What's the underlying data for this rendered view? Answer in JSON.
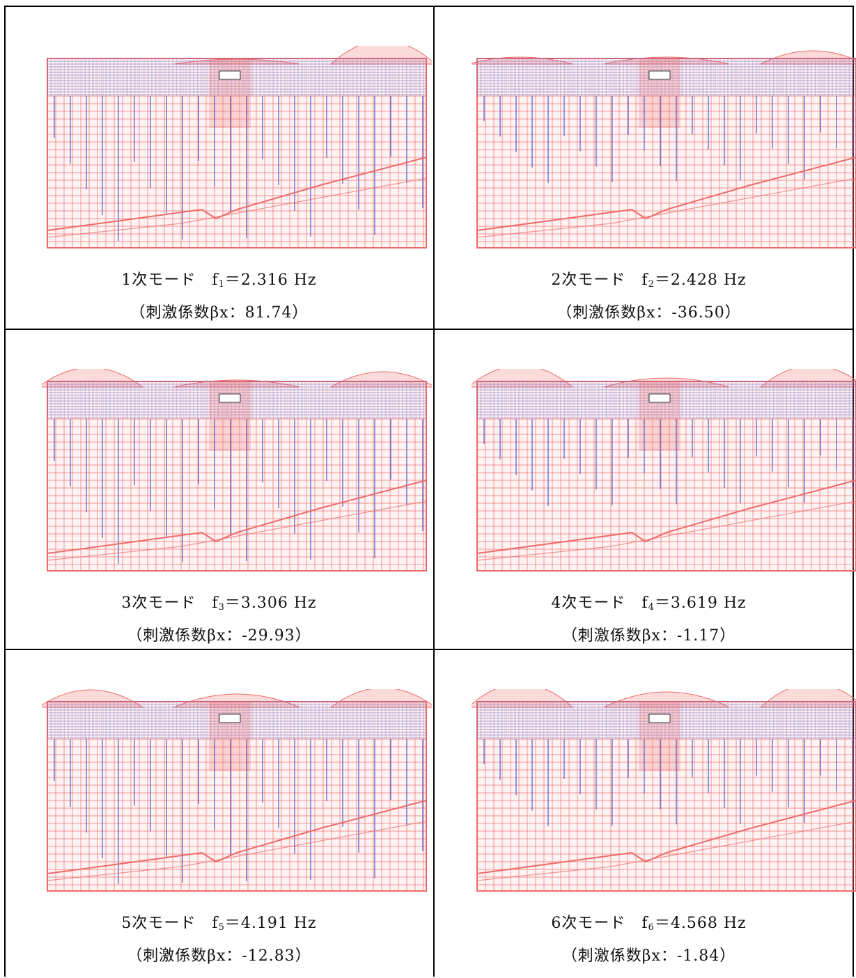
{
  "modes": [
    {
      "order_label": "1次モード",
      "f_symbol": "f",
      "f_sub": "1",
      "freq_text": "＝2.316 Hz",
      "beta_text": "（刺激係数βx：81.74）",
      "profile": {
        "left_bulge": 0,
        "right_bulge": 1.0,
        "center_bulge": 0.1,
        "bars": "mid"
      }
    },
    {
      "order_label": "2次モード",
      "f_symbol": "f",
      "f_sub": "2",
      "freq_text": "＝2.428 Hz",
      "beta_text": "（刺激係数βx：-36.50）",
      "profile": {
        "left_bulge": 0.2,
        "right_bulge": 0.5,
        "center_bulge": 0.2,
        "bars": "short"
      }
    },
    {
      "order_label": "3次モード",
      "f_symbol": "f",
      "f_sub": "3",
      "freq_text": "＝3.306 Hz",
      "beta_text": "（刺激係数βx：-29.93）",
      "profile": {
        "left_bulge": 0.8,
        "right_bulge": 0.6,
        "center_bulge": 0.2,
        "bars": "mid"
      }
    },
    {
      "order_label": "4次モード",
      "f_symbol": "f",
      "f_sub": "4",
      "freq_text": "＝3.619 Hz",
      "beta_text": "（刺激係数βx：-1.17）",
      "profile": {
        "left_bulge": 0.9,
        "right_bulge": 0.9,
        "center_bulge": 0.3,
        "bars": "short"
      }
    },
    {
      "order_label": "5次モード",
      "f_symbol": "f",
      "f_sub": "5",
      "freq_text": "＝4.191 Hz",
      "beta_text": "（刺激係数βx：-12.83）",
      "profile": {
        "left_bulge": 0.7,
        "right_bulge": 0.8,
        "center_bulge": 0.5,
        "bars": "mid"
      }
    },
    {
      "order_label": "6次モード",
      "f_symbol": "f",
      "f_sub": "6",
      "freq_text": "＝4.568 Hz",
      "beta_text": "（刺激係数βx：-1.84）",
      "profile": {
        "left_bulge": 1.0,
        "right_bulge": 1.0,
        "center_bulge": 0.6,
        "bars": "short"
      }
    }
  ],
  "colors": {
    "undeformed_mesh": "#4a5ad0",
    "deformed_mesh": "#f06a6a",
    "frame": "#000000"
  }
}
